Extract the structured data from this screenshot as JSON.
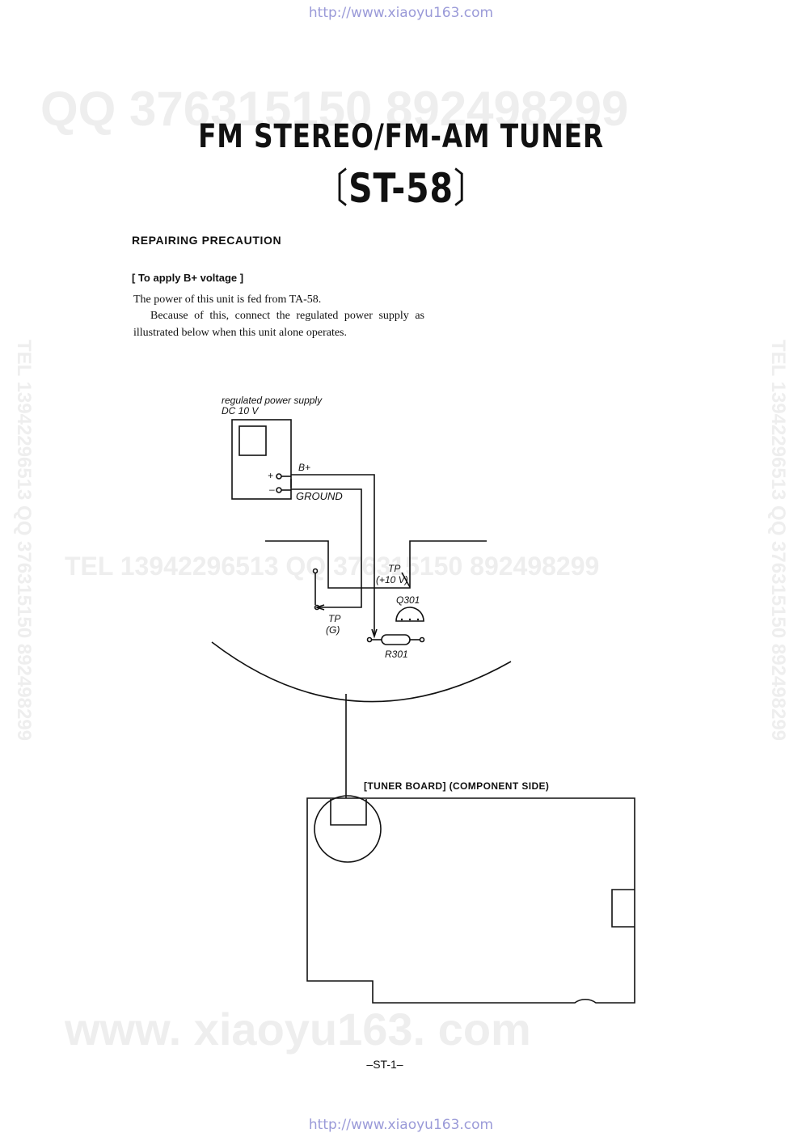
{
  "header_url": "http://www.xiaoyu163.com",
  "footer_url": "http://www.xiaoyu163.com",
  "watermarks": {
    "qq": "QQ 376315150   892498299",
    "tel_mid": "TEL 13942296513   QQ 376315150  892498299",
    "side": "TEL 13942296513  QQ 376315150  892498299",
    "bottom": "www. xiaoyu163. com"
  },
  "title": {
    "line1": "FM STEREO/FM-AM TUNER",
    "model": "ST-58"
  },
  "section": {
    "heading": "REPAIRING PRECAUTION",
    "subheading": "[ To apply B+ voltage ]",
    "paragraph1": "The power of this unit is fed from TA-58.",
    "paragraph2": "Because of this, connect the regulated power supply as illustrated below when this unit alone operates."
  },
  "diagram": {
    "supply_label": "regulated power supply",
    "supply_voltage": "DC 10 V",
    "plus": "+",
    "minus": "–",
    "bplus": "B+",
    "ground": "GROUND",
    "tp_plus_top": "TP",
    "tp_plus_bottom": "(+10 V)",
    "q301": "Q301",
    "tp_g_top": "TP",
    "tp_g_bottom": "(G)",
    "r301": "R301",
    "board_label": "[TUNER BOARD] (COMPONENT SIDE)"
  },
  "page_number": "–ST-1–"
}
